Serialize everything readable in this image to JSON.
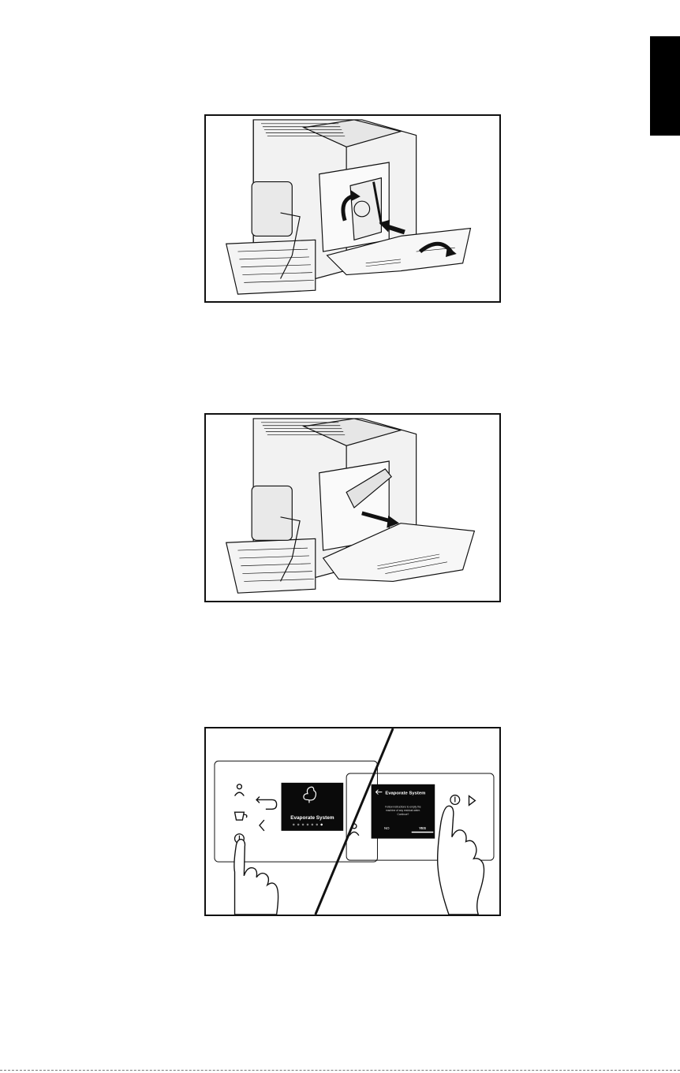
{
  "figures": [
    {
      "id": "fig1"
    },
    {
      "id": "fig2"
    },
    {
      "id": "fig3"
    }
  ],
  "panel_left": {
    "screen_title": "Evaporate System",
    "progress_dots_total": 7
  },
  "panel_right": {
    "screen_title": "Evaporate System",
    "message_line1": "Follow instructions to empty the",
    "message_line2": "machine of any residual water.",
    "message_line3": "Continue?",
    "option_no": "NO",
    "option_yes": "YES"
  },
  "colors": {
    "ink": "#111111",
    "screen": "#0a0a0a",
    "screen_text": "#ffffff"
  },
  "icons": [
    "user-icon",
    "return-arrow-icon",
    "cup-icon",
    "chevron-left-icon",
    "steam-icon",
    "power-icon",
    "play-icon",
    "back-arrow-icon",
    "pointing-hand-icon",
    "directional-arrow-icon",
    "rotation-arrow-icon"
  ]
}
